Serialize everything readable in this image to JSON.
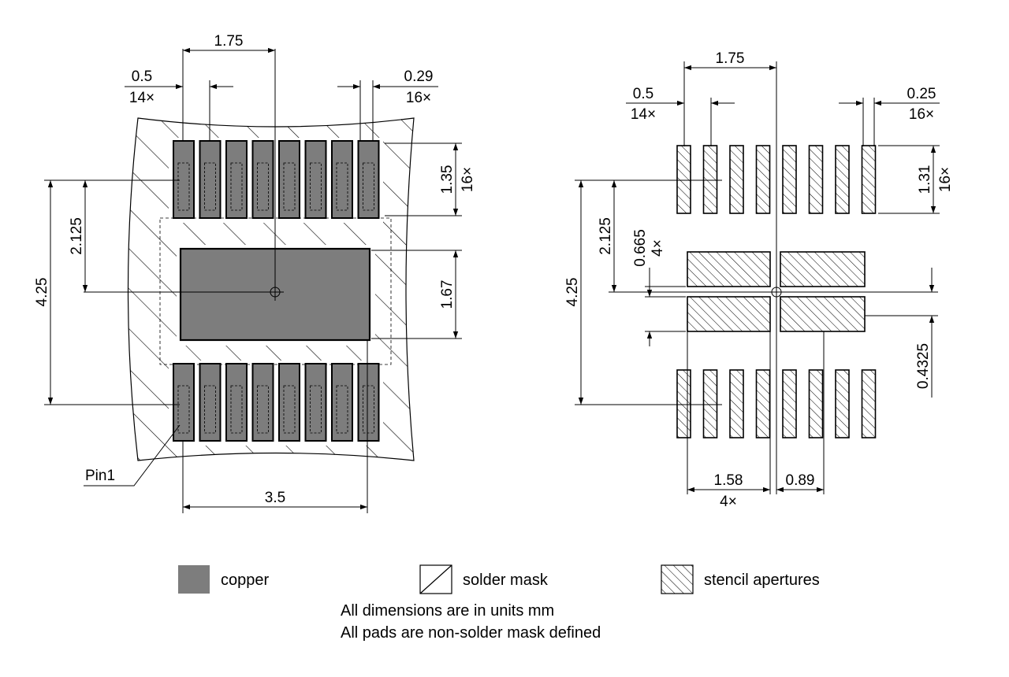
{
  "colors": {
    "copper": "#7d7d7d",
    "ink": "#000000",
    "paper": "#ffffff"
  },
  "left_view": {
    "dims": {
      "pitch": "1.75",
      "pad_w": "0.5",
      "pad_w_count": "14×",
      "mask_w": "0.29",
      "mask_w_count": "16×",
      "pad_len": "1.35",
      "pad_len_count": "16×",
      "half_span": "2.125",
      "span": "4.25",
      "ep_height": "1.67",
      "ep_width": "3.5"
    },
    "pin1_label": "Pin1"
  },
  "right_view": {
    "dims": {
      "pitch": "1.75",
      "ap_w": "0.5",
      "ap_w_count": "14×",
      "ap_w2": "0.25",
      "ap_w2_count": "16×",
      "ap_len": "1.31",
      "ap_len_count": "16×",
      "half_span": "2.125",
      "span": "4.25",
      "ep_ap_h": "0.665",
      "ep_ap_h_count": "4×",
      "gap": "0.4325",
      "ep_ap_w": "1.58",
      "ep_ap_w_count": "4×",
      "offset": "0.89"
    }
  },
  "legend": {
    "copper": "copper",
    "solder_mask": "solder mask",
    "stencil": "stencil apertures"
  },
  "notes": [
    "All dimensions are in units mm",
    "All pads are non-solder mask defined"
  ]
}
